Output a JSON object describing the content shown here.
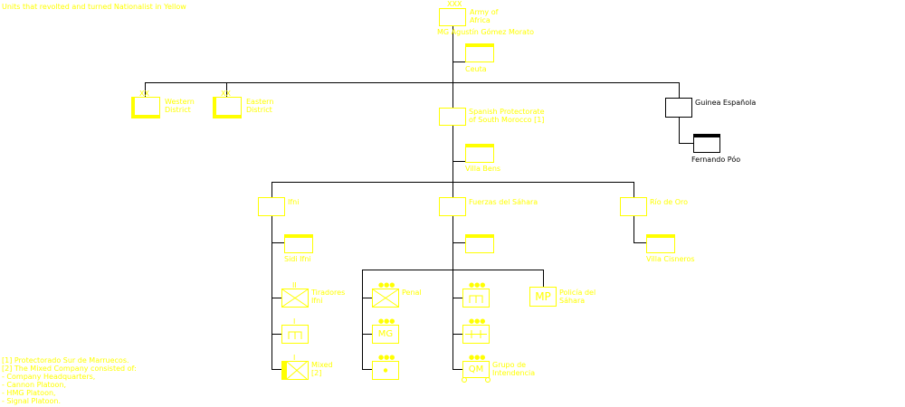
{
  "header": {
    "note": "Units that revolted and turned Nationalist in Yellow"
  },
  "colors": {
    "nationalist": "#ffff00",
    "republican": "#000000",
    "line": "#000000",
    "background": "#ffffff"
  },
  "units": {
    "army_of_africa": {
      "marker": "XXX",
      "name_line1": "Army of",
      "name_line2": "Africa",
      "commander": "MG   Agustín Gómez Morato",
      "echelon": "army"
    },
    "ceuta": {
      "label": "Ceuta",
      "type": "headquarters"
    },
    "western_district": {
      "marker": "XX",
      "line1": "Western",
      "line2": "District",
      "echelon": "division"
    },
    "eastern_district": {
      "marker": "XX",
      "line1": "Eastern",
      "line2": "District",
      "echelon": "division"
    },
    "protectorate": {
      "line1": "Spanish Protectorate",
      "line2": "of South Morocco [1]"
    },
    "villa_bens": {
      "label": "Villa Bens",
      "type": "headquarters"
    },
    "guinea": {
      "label": "Guinea Española"
    },
    "fernando_poo": {
      "label": "Fernando Póo",
      "type": "headquarters"
    },
    "ifni": {
      "label": "Ifni"
    },
    "sidi_ifni": {
      "label": "Sidi Ifni",
      "type": "headquarters"
    },
    "fuerzas_sahara": {
      "label": "Fuerzas del Sáhara"
    },
    "fuerzas_hq": {
      "label": "",
      "type": "headquarters"
    },
    "rio_de_oro": {
      "label": "Río de Oro"
    },
    "villa_cisneros": {
      "label": "Villa Cisneros",
      "type": "headquarters"
    },
    "tiradores": {
      "marker": "II",
      "line1": "Tiradores",
      "line2": "Ifni",
      "symbol": "infantry",
      "echelon": "battalion"
    },
    "ifni_engineer": {
      "symbol": "engineer",
      "echelon": "company"
    },
    "mixed": {
      "line1": "Mixed",
      "line2": "[2]",
      "symbol": "infantry",
      "echelon": "company"
    },
    "penal": {
      "label": "Penal",
      "symbol": "infantry",
      "echelon": "company",
      "dots": "●●●"
    },
    "mg": {
      "symbol_text": "MG",
      "symbol": "machine-gun",
      "echelon": "company",
      "dots": "●●●"
    },
    "artillery": {
      "symbol": "artillery",
      "echelon": "company",
      "dots": "●●●"
    },
    "sahara_engineer": {
      "symbol": "engineer",
      "echelon": "company",
      "dots": "●●●"
    },
    "signal": {
      "symbol": "signal",
      "echelon": "company",
      "dots": "●●●"
    },
    "qm": {
      "symbol_text": "QM",
      "line1": "Grupo de",
      "line2": "Intendencia",
      "symbol": "quartermaster",
      "echelon": "company",
      "dots": "●●●"
    },
    "mp": {
      "symbol_text": "MP",
      "line1": "Policía del",
      "line2": "Sáhara",
      "symbol": "military-police"
    }
  },
  "footnotes": [
    "[1] Protectorado Sur de Marruecos.",
    "[2] The Mixed Company consisted of:",
    "   - Company Headquarters,",
    "   - Cannon Platoon,",
    "   - HMG Platoon,",
    "   - Signal Platoon."
  ]
}
